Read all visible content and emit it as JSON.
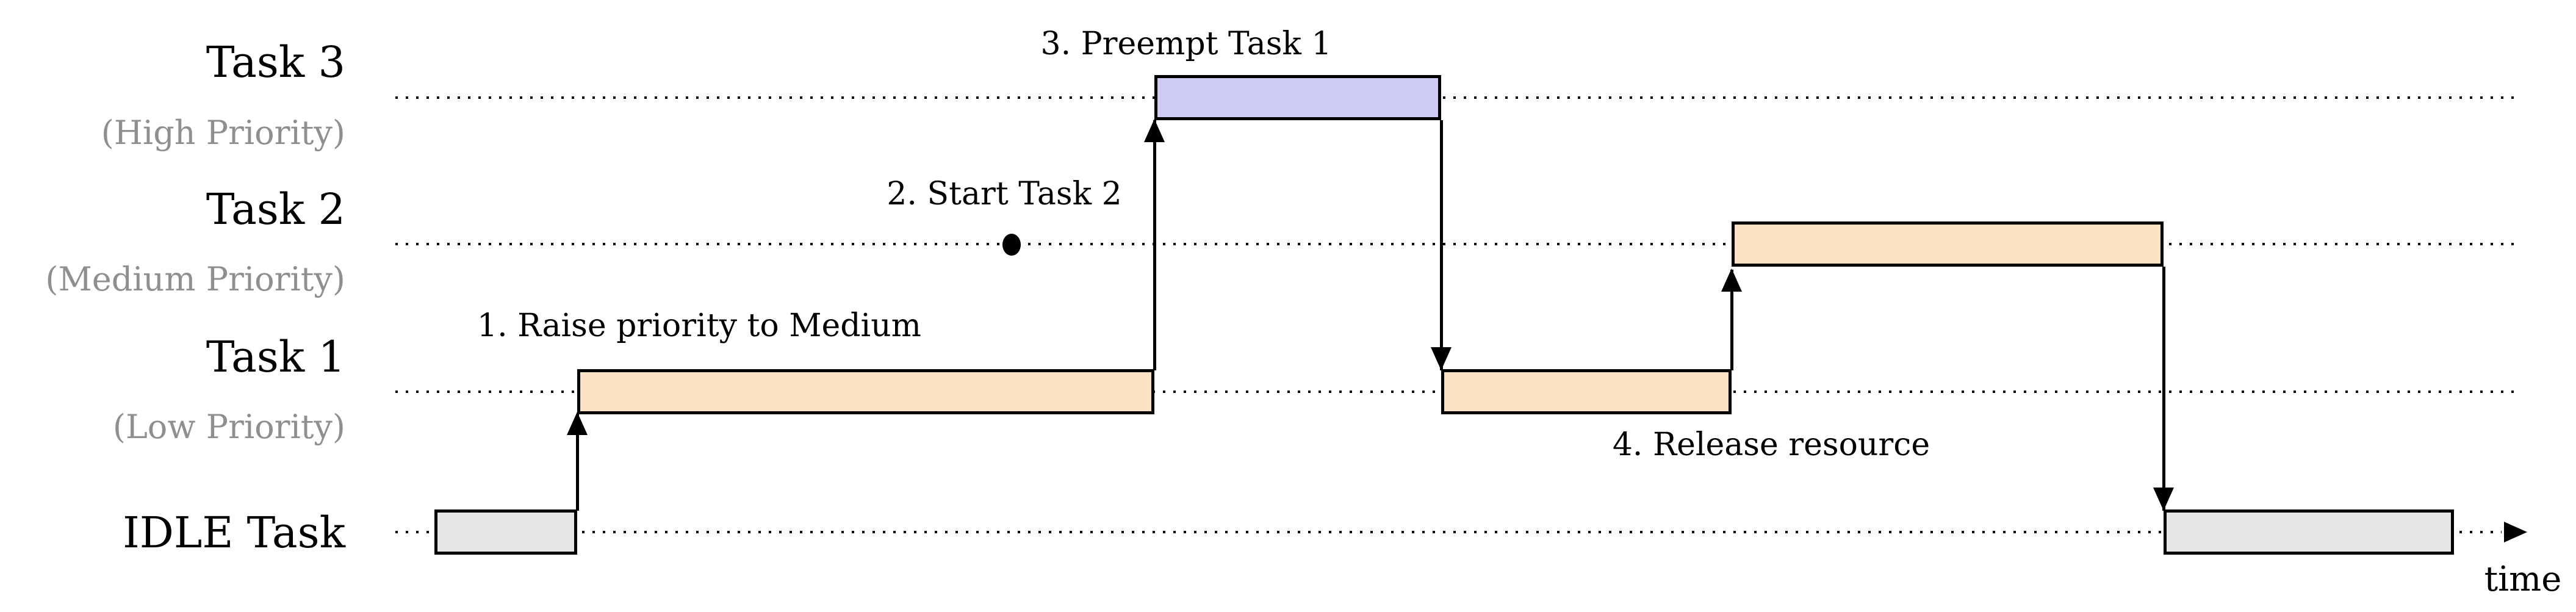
{
  "diagram": {
    "rows": [
      {
        "label": "Task 3",
        "sublabel": "(High Priority)"
      },
      {
        "label": "Task 2",
        "sublabel": "(Medium Priority)"
      },
      {
        "label": "Task 1",
        "sublabel": "(Low Priority)"
      },
      {
        "label": "IDLE Task",
        "sublabel": ""
      }
    ],
    "annotations": [
      {
        "text": "1. Raise priority to Medium"
      },
      {
        "text": "2. Start Task 2"
      },
      {
        "text": "3. Preempt Task 1"
      },
      {
        "text": "4. Release resource"
      }
    ],
    "time_label": "time",
    "bars": [
      {
        "row": "IDLE Task",
        "color": "gray"
      },
      {
        "row": "Task 1",
        "color": "orange"
      },
      {
        "row": "Task 3",
        "color": "purple"
      },
      {
        "row": "Task 1",
        "color": "orange"
      },
      {
        "row": "Task 2",
        "color": "orange"
      },
      {
        "row": "IDLE Task",
        "color": "gray"
      }
    ],
    "event_dot": {
      "row": "Task 2",
      "meaning": "Task 2 becomes ready"
    },
    "colors": {
      "orange": "#FCE3C6",
      "purple": "#CCCCF5",
      "gray": "#E5E5E5",
      "line": "#000000",
      "sublabel": "#8F8F8F"
    }
  }
}
